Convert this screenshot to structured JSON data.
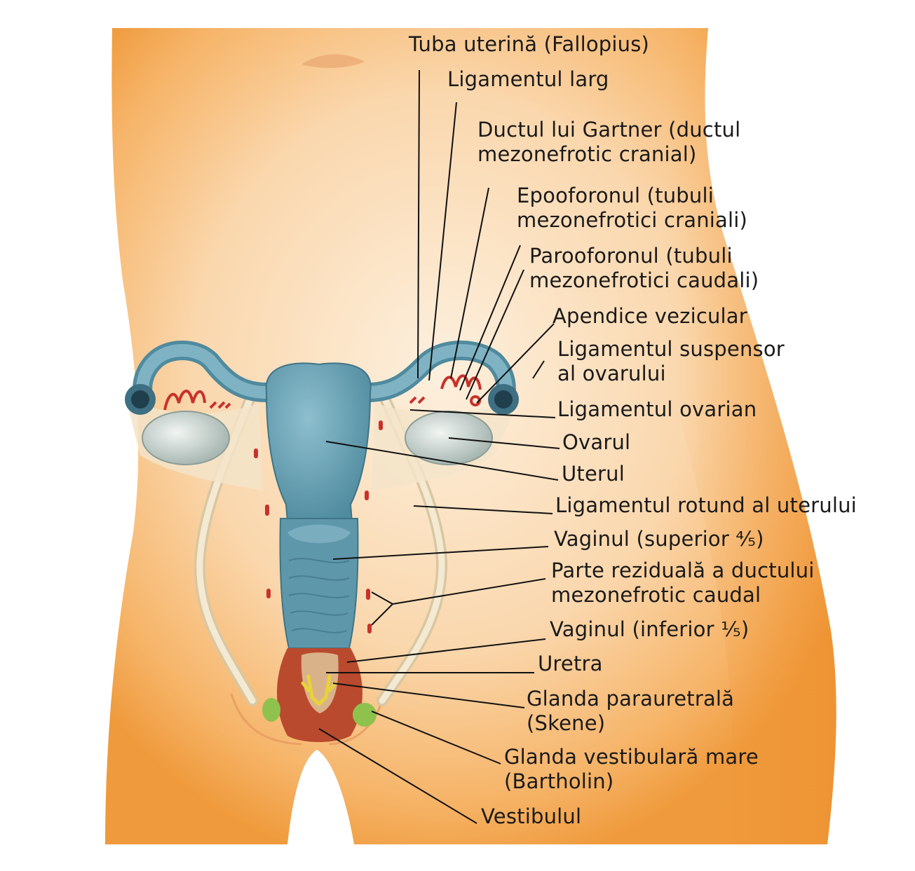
{
  "labels": {
    "tuba": "Tuba uterină (Fallopius)",
    "ligamentul_larg": "Ligamentul larg",
    "ductul_gartner_1": "Ductul lui Gartner (ductul",
    "ductul_gartner_2": "mezonefrotic cranial)",
    "epooforonul_1": "Epooforonul (tubuli",
    "epooforonul_2": "mezonefrotici craniali)",
    "paraooforonul_1": "Parooforonul (tubuli",
    "paraooforonul_2": "mezonefrotici caudali)",
    "apendice": "Apendice vezicular",
    "lig_suspensor_1": "Ligamentul suspensor",
    "lig_suspensor_2": "al ovarului",
    "lig_ovarian": "Ligamentul ovarian",
    "ovarul": "Ovarul",
    "uterul": "Uterul",
    "lig_rotund": "Ligamentul rotund al uterului",
    "vaginul_sup": "Vaginul (superior ⁴⁄₅)",
    "parte_reziduala_1": "Parte reziduală a ductului",
    "parte_reziduala_2": "mezonefrotic caudal",
    "vaginul_inf": "Vaginul (inferior ¹⁄₅)",
    "uretra": "Uretra",
    "glanda_paraur_1": "Glanda parauretrală",
    "glanda_paraur_2": "(Skene)",
    "glanda_vest_1": "Glanda vestibulară mare",
    "glanda_vest_2": "(Bartholin)",
    "vestibulul": "Vestibulul"
  },
  "colors": {
    "skin_light": "#fbe3c6",
    "skin_dark": "#f2a24a",
    "organ_blue": "#6fa3b4",
    "ovary": "#d4dcd6",
    "vessel_red": "#c8322a",
    "gland_green": "#8fc24c",
    "gland_yellow": "#e8d23a",
    "leader_line": "#111111"
  }
}
